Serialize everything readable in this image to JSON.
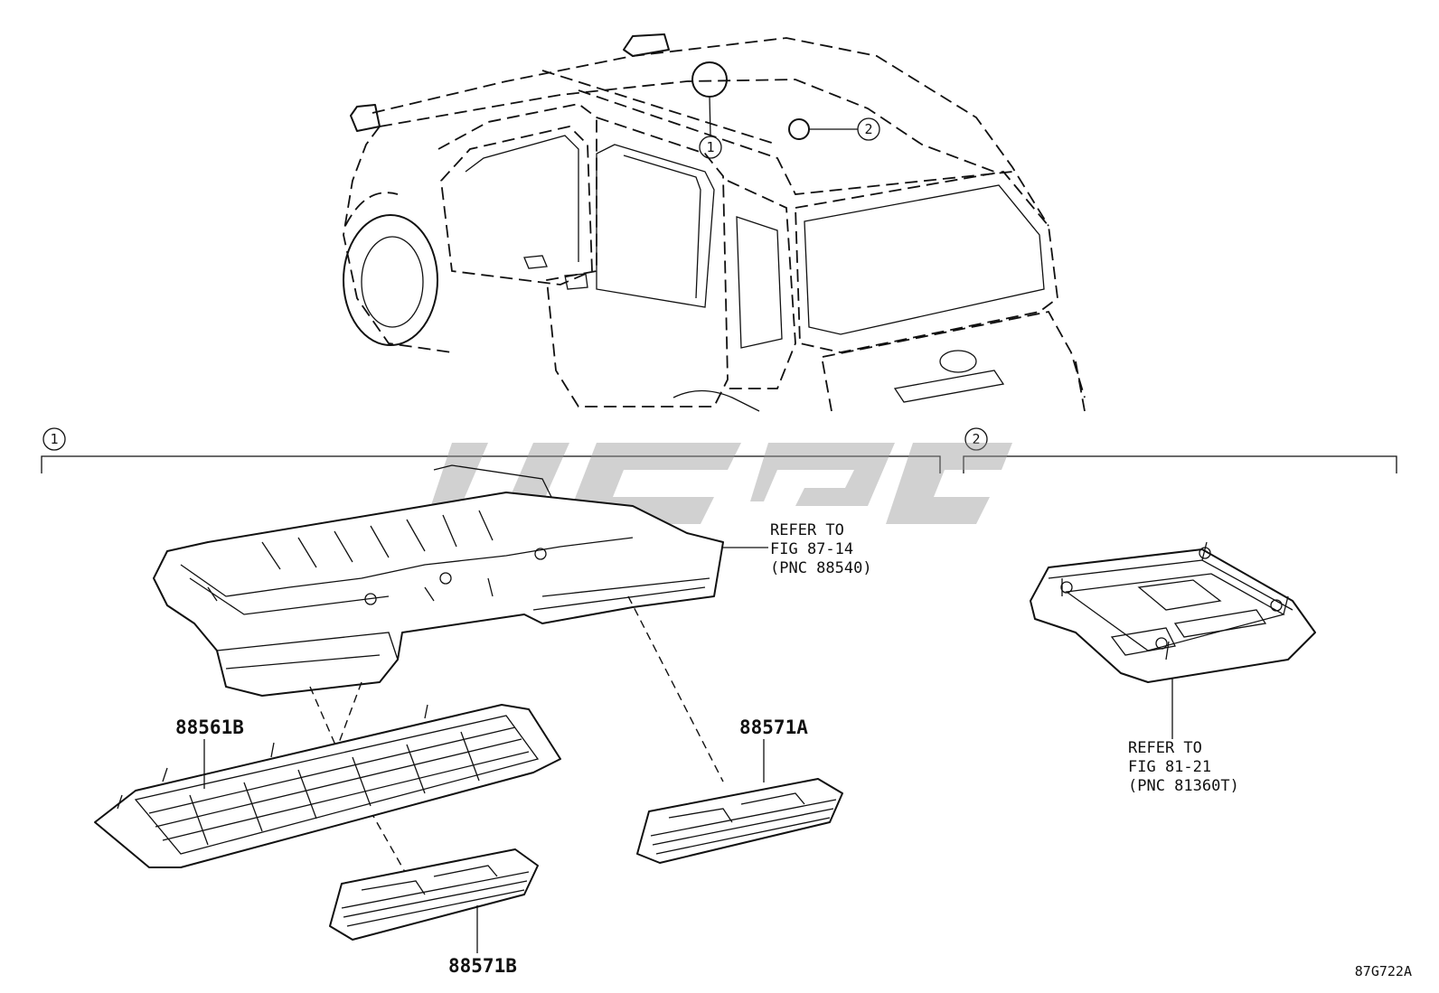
{
  "diagram": {
    "figure_code": "87G722A",
    "callouts": [
      "1",
      "2"
    ],
    "watermark": "ucge",
    "part_labels": {
      "grille": "88561B",
      "lens_right": "88571A",
      "lens_left": "88571B"
    },
    "refer_duct": [
      "REFER TO",
      "FIG 87-14",
      "(PNC 88540)"
    ],
    "refer_console": [
      "REFER TO",
      "FIG 81-21",
      "(PNC 81360T)"
    ]
  }
}
